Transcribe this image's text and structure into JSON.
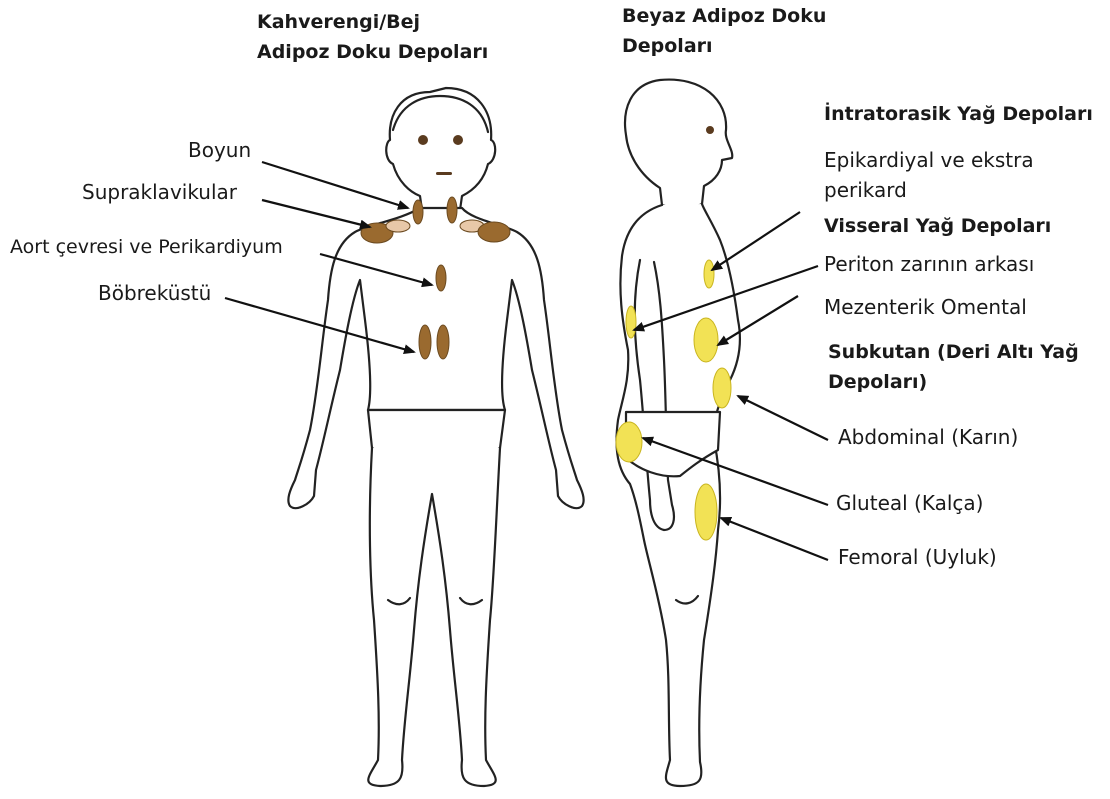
{
  "brown_section": {
    "title_line1": "Kahverengi/Bej",
    "title_line2": "Adipoz Doku Depoları",
    "labels": {
      "neck": "Boyun",
      "supraclavicular": "Supraklavikular",
      "aortic": "Aort çevresi ve Perikardiyum",
      "adrenal": "Böbreküstü"
    }
  },
  "white_section": {
    "title_line1": "Beyaz Adipoz Doku",
    "title_line2": "Depoları",
    "intrathoracic_heading": "İntratorasik Yağ Depoları",
    "epicardial_line1": "Epikardiyal ve ekstra",
    "epicardial_line2": "perikard",
    "visceral_heading": "Visseral Yağ Depoları",
    "retroperitoneal": "Periton zarının arkası",
    "mesenteric": "Mezenterik Omental",
    "subcutaneous_line1": "Subkutan (Deri Altı Yağ",
    "subcutaneous_line2": "Depoları)",
    "abdominal": "Abdominal (Karın)",
    "gluteal": "Gluteal (Kalça)",
    "femoral": "Femoral (Uyluk)"
  },
  "colors": {
    "brown_depot": "#9a6a2f",
    "beige_depot": "#e8c8a8",
    "white_depot": "#f2e255",
    "outline": "#222222",
    "arrow": "#111111"
  }
}
